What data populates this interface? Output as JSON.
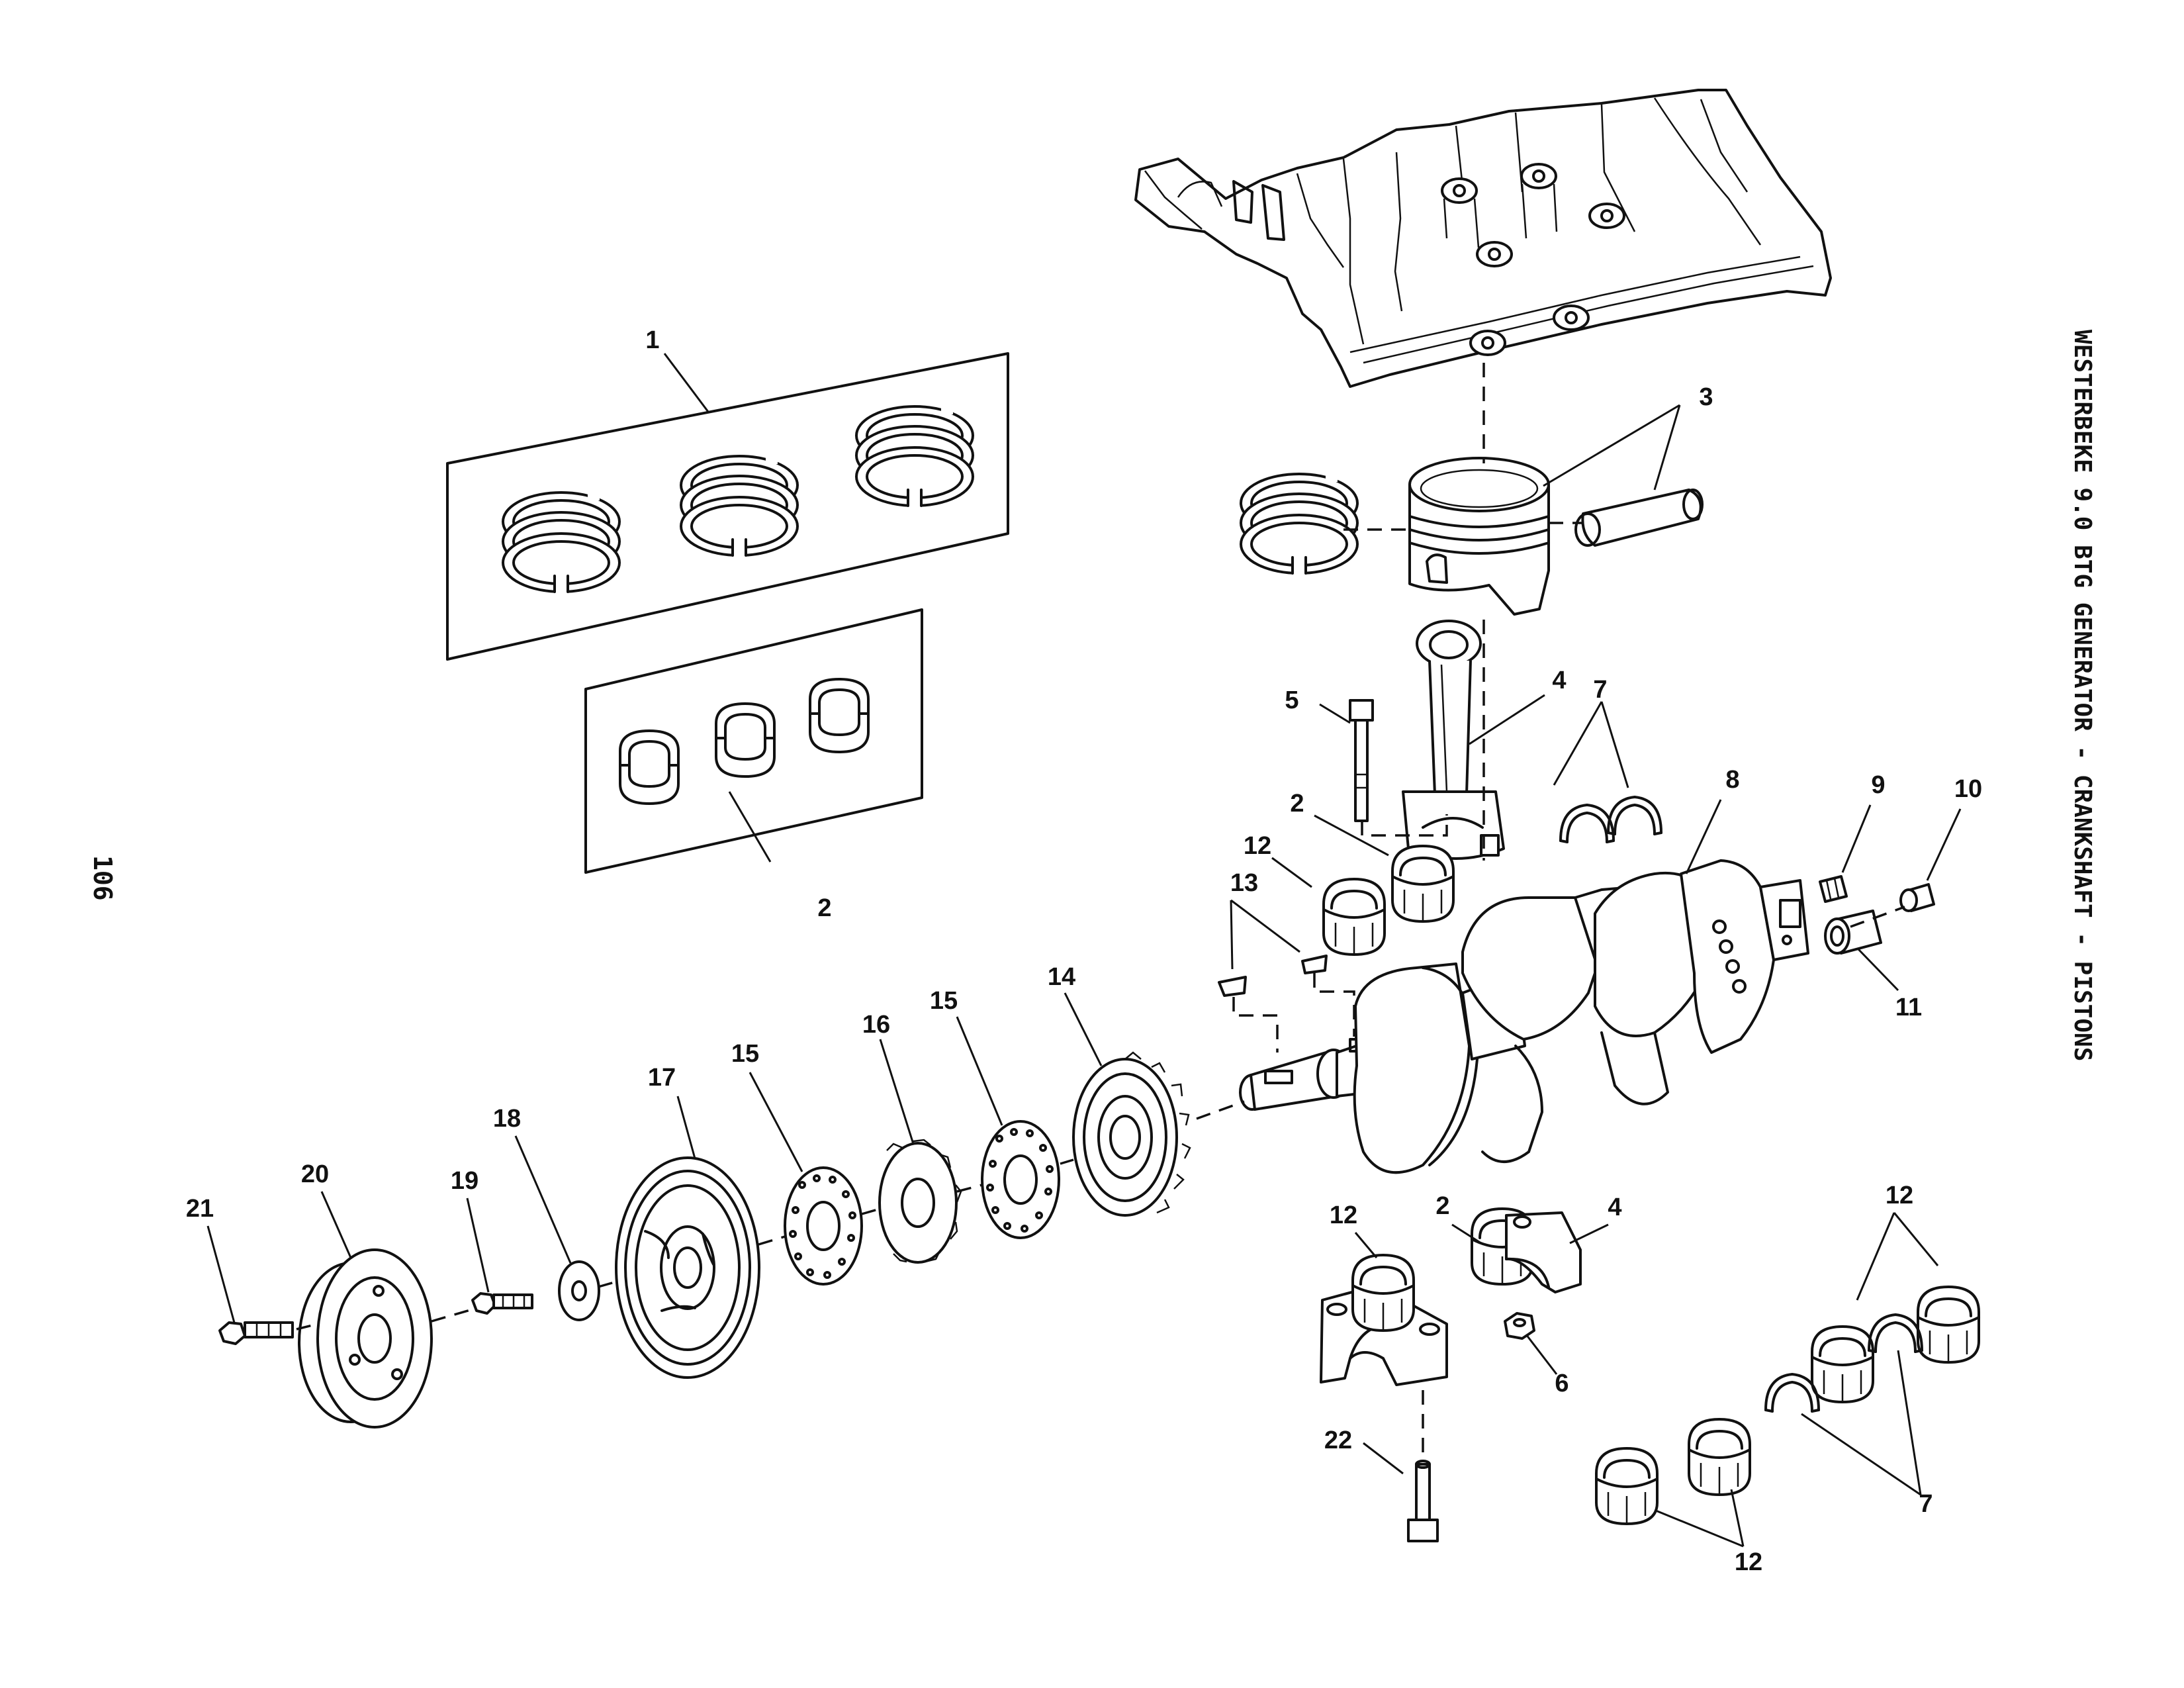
{
  "title": "WESTERBEKE 9.0 BTG GENERATOR - CRANKSHAFT - PISTONS",
  "page_number": "106",
  "callouts": {
    "c1": "1",
    "c2_panel": "2",
    "c3": "3",
    "c4_rod": "4",
    "c5": "5",
    "c2_rod": "2",
    "c7_top": "7",
    "c8": "8",
    "c9": "9",
    "c10": "10",
    "c12_top": "12",
    "c13": "13",
    "c11": "11",
    "c14": "14",
    "c15_a": "15",
    "c16": "16",
    "c15_b": "15",
    "c17": "17",
    "c18": "18",
    "c19": "19",
    "c20": "20",
    "c21": "21",
    "c12_cap": "12",
    "c2_cap": "2",
    "c4_cap": "4",
    "c6": "6",
    "c12_right": "12",
    "c7_bottom": "7",
    "c22": "22",
    "c12_bottom": "12"
  }
}
